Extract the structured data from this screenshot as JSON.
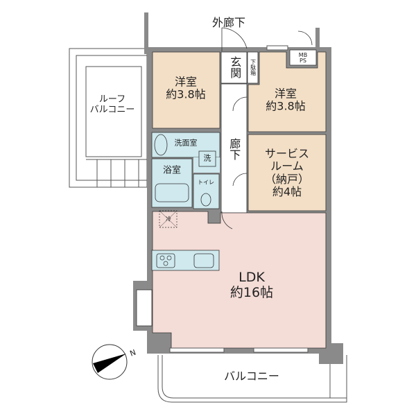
{
  "colors": {
    "wall": "#8a8a8a",
    "western_room": "#f3dfc6",
    "wet_area": "#cfe9ee",
    "ldk": "#f4dcd7",
    "line": "#333333"
  },
  "corridor_outside": "外廊下",
  "rooms": {
    "entrance": "玄関",
    "shoe_box": "下駄箱",
    "mb_ps": "MB\nPS",
    "bedroom_left": {
      "name": "洋室",
      "size": "約3.8帖"
    },
    "bedroom_right": {
      "name": "洋室",
      "size": "約3.8帖"
    },
    "roof_balcony": "ルーフ\nバルコニー",
    "washroom": "洗面室",
    "washer": "洗",
    "hallway": "廊下",
    "bath": "浴室",
    "toilet": "トイレ",
    "service_room": {
      "name": "サービス\nルーム\n（納戸）",
      "size": "約4帖"
    },
    "fridge": "冷",
    "ldk": {
      "name": "LDK",
      "size": "約16帖"
    },
    "balcony": "バルコニー"
  },
  "compass": {
    "label": "N"
  }
}
